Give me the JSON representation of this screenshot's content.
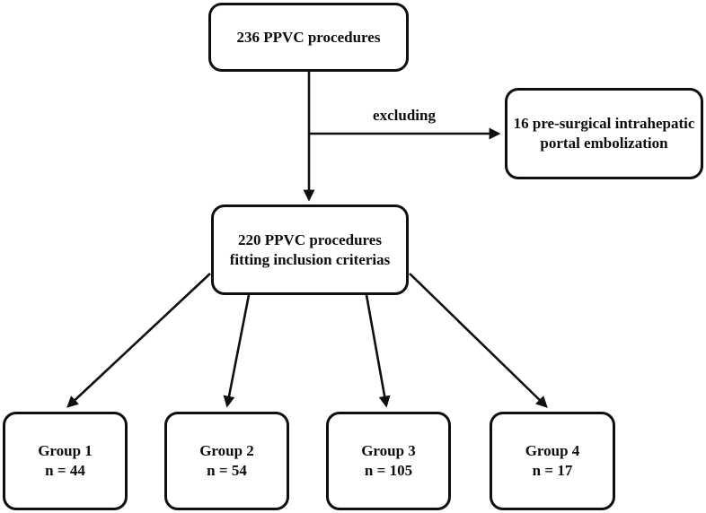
{
  "diagram": {
    "type": "flowchart",
    "colors": {
      "stroke": "#0f0f0f",
      "background": "#ffffff",
      "text": "#0d0d0d"
    },
    "nodes": {
      "procedures_total": {
        "lines": [
          "236 PPVC procedures"
        ]
      },
      "excluded": {
        "lines": [
          "16 pre-surgical intrahepatic",
          "portal embolization"
        ]
      },
      "included": {
        "lines": [
          "220 PPVC procedures",
          "fitting inclusion criterias"
        ]
      },
      "group1": {
        "lines": [
          "Group 1",
          "n = 44"
        ]
      },
      "group2": {
        "lines": [
          "Group 2",
          "n = 54"
        ]
      },
      "group3": {
        "lines": [
          "Group 3",
          "n = 105"
        ]
      },
      "group4": {
        "lines": [
          "Group 4",
          "n = 17"
        ]
      }
    },
    "edges": [
      {
        "from": "procedures_total",
        "to": "included",
        "label": ""
      },
      {
        "from": "procedures_total",
        "to": "excluded",
        "label": "excluding"
      },
      {
        "from": "included",
        "to": "group1",
        "label": ""
      },
      {
        "from": "included",
        "to": "group2",
        "label": ""
      },
      {
        "from": "included",
        "to": "group3",
        "label": ""
      },
      {
        "from": "included",
        "to": "group4",
        "label": ""
      }
    ]
  }
}
